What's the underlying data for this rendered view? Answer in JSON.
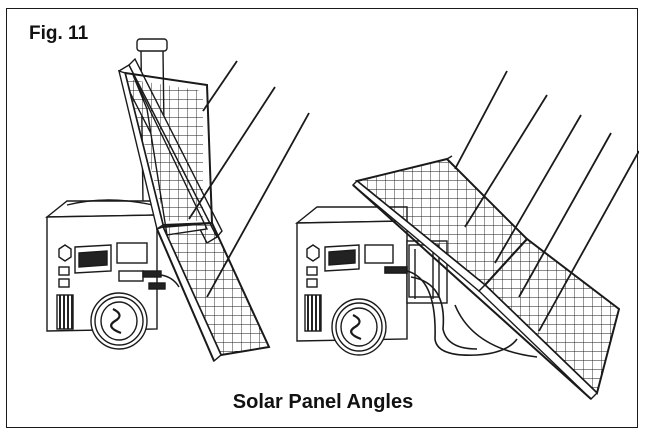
{
  "figure": {
    "label": "Fig. 11",
    "caption": "Solar Panel Angles"
  },
  "colors": {
    "line": "#1a1a1a",
    "background": "#ffffff",
    "dark_fill": "#222222"
  },
  "illustrations": [
    {
      "name": "upright-solar-panel-setup",
      "description_icon": "generator-with-vertical-panel"
    },
    {
      "name": "tilted-solar-panel-setup",
      "description_icon": "generator-with-tilted-panel"
    }
  ]
}
